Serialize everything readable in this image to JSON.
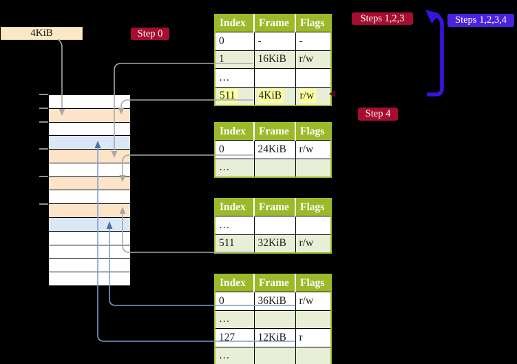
{
  "labels": {
    "frame_box": "4KiB"
  },
  "badges": {
    "step0": "Step 0",
    "steps123": "Steps 1,2,3",
    "steps1234": "Steps 1,2,3,4",
    "step4": "Step 4"
  },
  "tables": [
    {
      "name": "level-4-page-table",
      "headers": [
        "Index",
        "Frame",
        "Flags"
      ],
      "rows": [
        {
          "cells": [
            "0",
            "-",
            "-"
          ]
        },
        {
          "cells": [
            "1",
            "16KiB",
            "r/w"
          ]
        },
        {
          "cells": [
            "…",
            "",
            ""
          ]
        },
        {
          "cells": [
            "511",
            "4KiB",
            "r/w"
          ],
          "highlight": true
        }
      ]
    },
    {
      "name": "level-3-page-table",
      "headers": [
        "Index",
        "Frame",
        "Flags"
      ],
      "rows": [
        {
          "cells": [
            "0",
            "24KiB",
            "r/w"
          ]
        },
        {
          "cells": [
            "…",
            "",
            ""
          ]
        }
      ]
    },
    {
      "name": "level-2-page-table",
      "headers": [
        "Index",
        "Frame",
        "Flags"
      ],
      "rows": [
        {
          "cells": [
            "…",
            "",
            ""
          ]
        },
        {
          "cells": [
            "511",
            "32KiB",
            "r/w"
          ]
        }
      ]
    },
    {
      "name": "level-1-page-table",
      "headers": [
        "Index",
        "Frame",
        "Flags"
      ],
      "rows": [
        {
          "cells": [
            "0",
            "36KiB",
            "r/w"
          ]
        },
        {
          "cells": [
            "…",
            "",
            ""
          ]
        },
        {
          "cells": [
            "127",
            "12KiB",
            "r"
          ]
        },
        {
          "cells": [
            "…",
            "",
            ""
          ]
        }
      ]
    }
  ],
  "memory": {
    "row_colors": [
      "white",
      "peach",
      "white",
      "blue",
      "peach",
      "white",
      "peach",
      "white",
      "peach",
      "blue",
      "white",
      "white",
      "white",
      "white"
    ],
    "tick_boundaries": [
      0,
      1,
      2,
      4,
      6,
      8
    ]
  },
  "colors": {
    "bg": "#000000",
    "wheat": "#fbe8c6",
    "peach": "#fde4c8",
    "blue_row": "#d9e7f7",
    "header_green": "#9bb929",
    "row_green": "#e9efd6",
    "hl_yellow": "#feff9d",
    "badge_red": "#a60d2f",
    "badge_violet": "#4b22e0",
    "loop_blue": "#3c11e2",
    "gray_line": "#a8a8a8",
    "blue_line": "#7d9ecd",
    "blue_head": "#4b72a8",
    "tick_gray": "#8f8f8f"
  }
}
